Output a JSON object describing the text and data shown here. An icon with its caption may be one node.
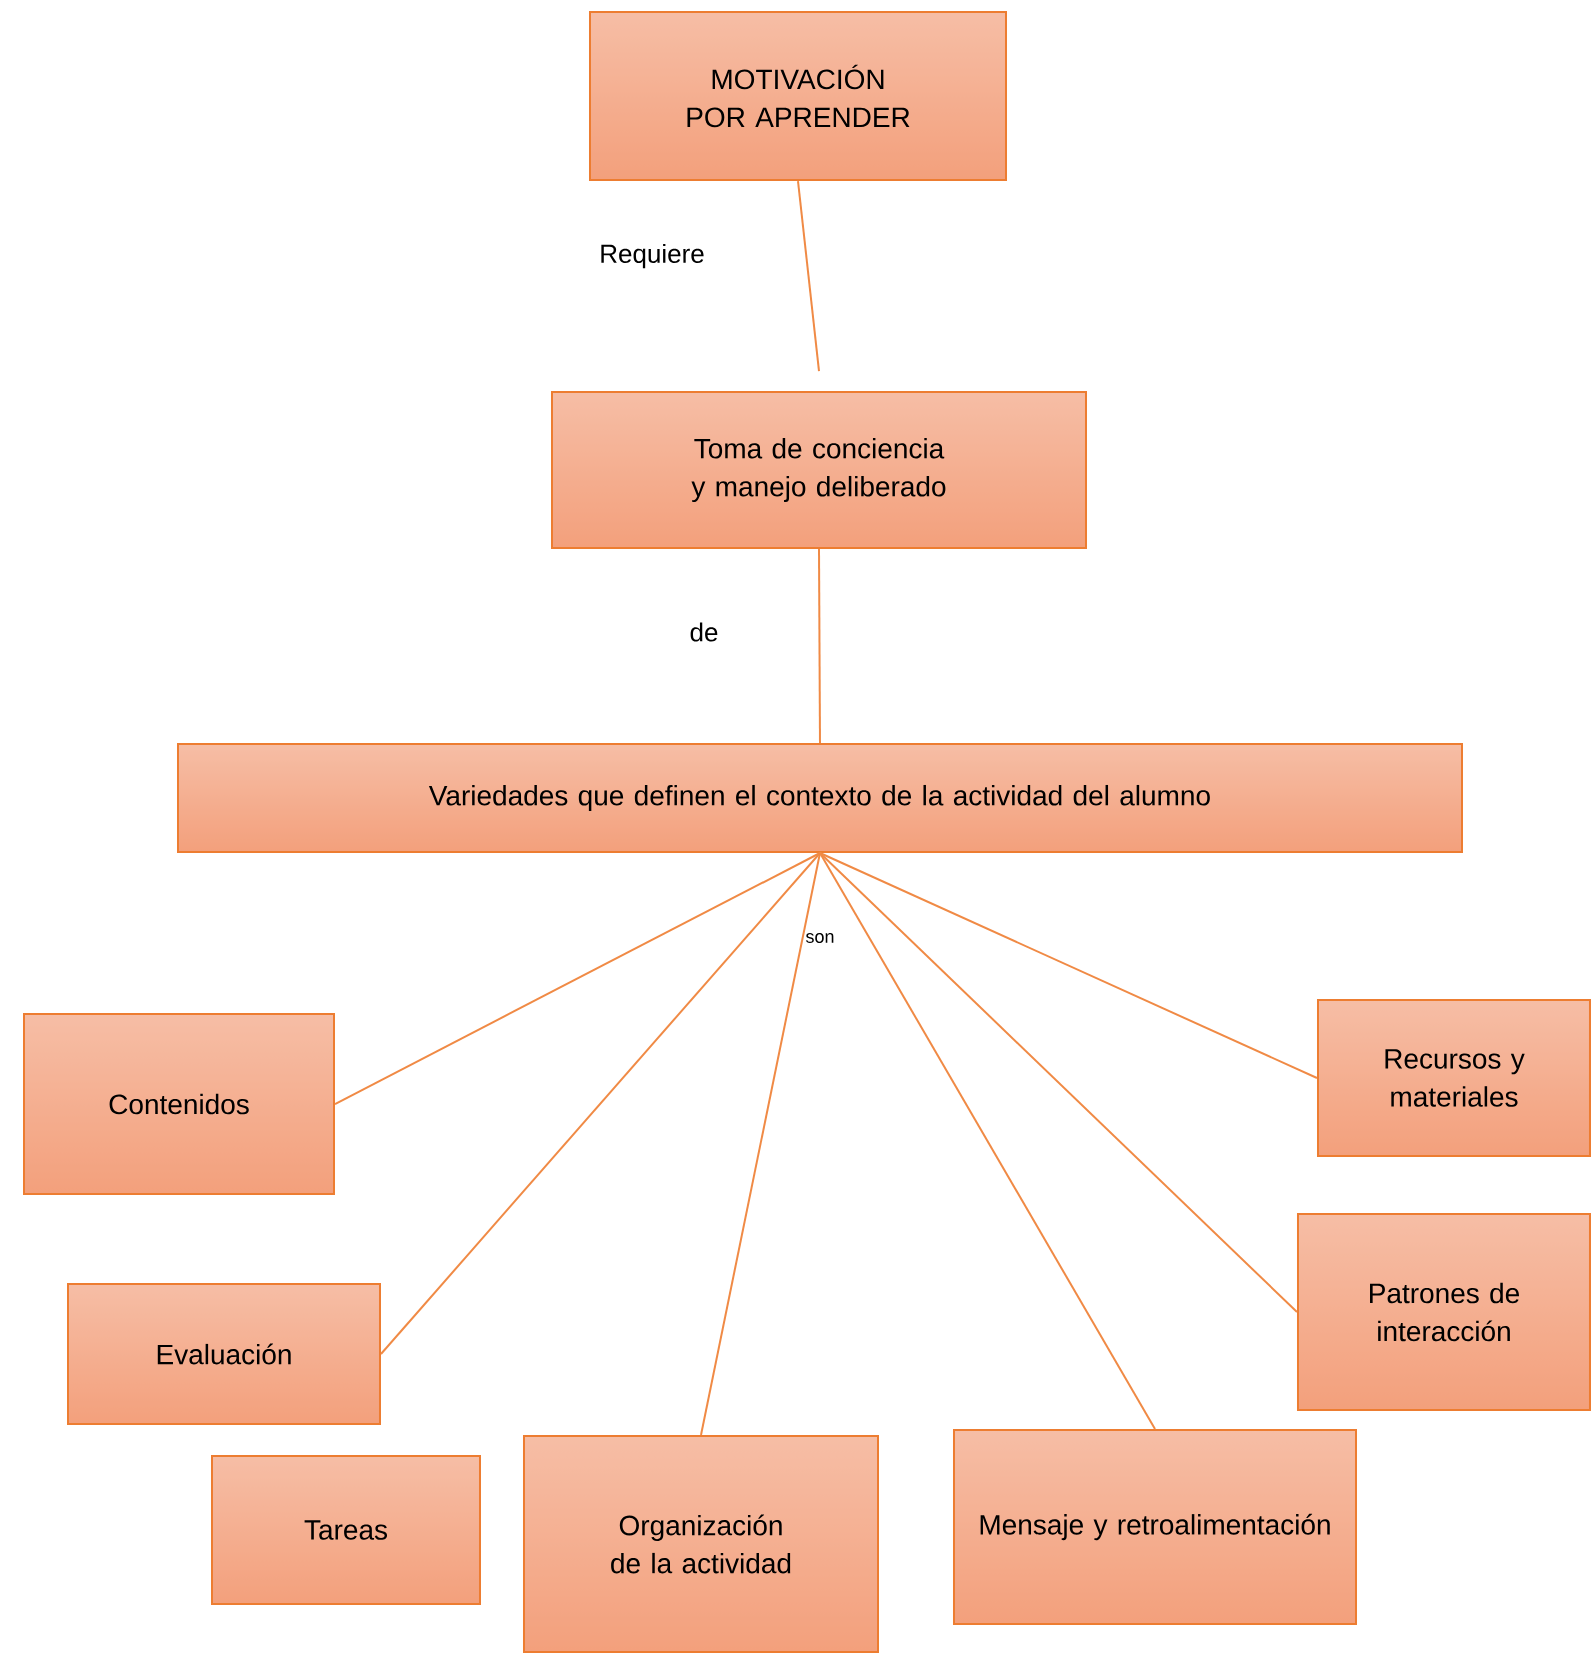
{
  "diagram": {
    "nodes": [
      {
        "text": [
          "MOTIVACIÓN POR APRENDER"
        ]
      },
      {
        "text": [
          "Toma de conciencia y manejo deliberado"
        ]
      },
      {
        "text": [
          "Variedades que definen el contexto de la actividad del alumno"
        ]
      },
      {
        "text": [
          "Contenidos"
        ]
      },
      {
        "text": [
          "Recursos y materiales"
        ]
      },
      {
        "text": [
          "Evaluación"
        ]
      },
      {
        "text": [
          "Patrones de interacción"
        ]
      },
      {
        "text": [
          "Tareas"
        ]
      },
      {
        "text": [
          "Organización de la actividad"
        ]
      },
      {
        "text": [
          "Mensaje y retroalimentación"
        ]
      }
    ],
    "edges": [
      {
        "from": 0,
        "to": 1,
        "arrow": "none",
        "label": "Requiere"
      },
      {
        "from": 1,
        "to": 2,
        "arrow": "none",
        "label": "de"
      },
      {
        "from": 2,
        "to": 3,
        "arrow": "none"
      },
      {
        "from": 2,
        "to": 5,
        "arrow": "none"
      },
      {
        "from": 2,
        "to": 8,
        "arrow": "none"
      },
      {
        "from": 2,
        "to": 9,
        "arrow": "none"
      },
      {
        "from": 2,
        "to": 6,
        "arrow": "none"
      },
      {
        "from": 2,
        "to": 4,
        "arrow": "none"
      }
    ],
    "labels": [
      "son"
    ]
  }
}
